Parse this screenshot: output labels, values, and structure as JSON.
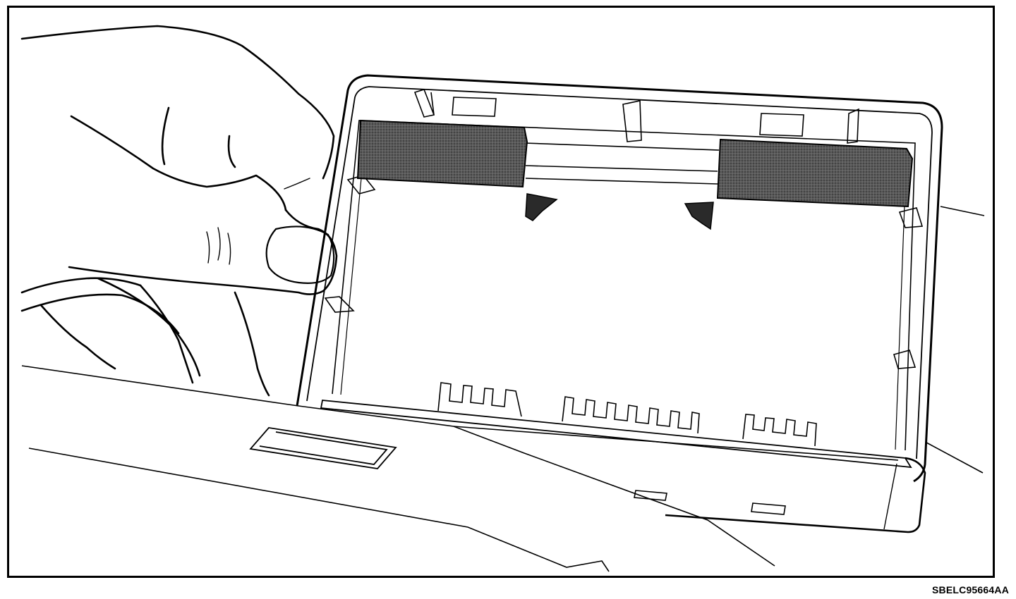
{
  "figure": {
    "code": "SBELC95664AA"
  },
  "colors": {
    "ink": "#000000",
    "paper": "#ffffff",
    "pad_fill": "#5a5a5a"
  },
  "parts": [
    {
      "id": "hand",
      "icon": "hand-holding-lid"
    },
    {
      "id": "lid",
      "icon": "open-cover-lid"
    },
    {
      "id": "pad-left",
      "icon": "felt-pad"
    },
    {
      "id": "pad-right",
      "icon": "felt-pad"
    },
    {
      "id": "arrow-left",
      "icon": "pointer-arrow"
    },
    {
      "id": "arrow-right",
      "icon": "pointer-arrow"
    },
    {
      "id": "base",
      "icon": "console-base"
    }
  ]
}
